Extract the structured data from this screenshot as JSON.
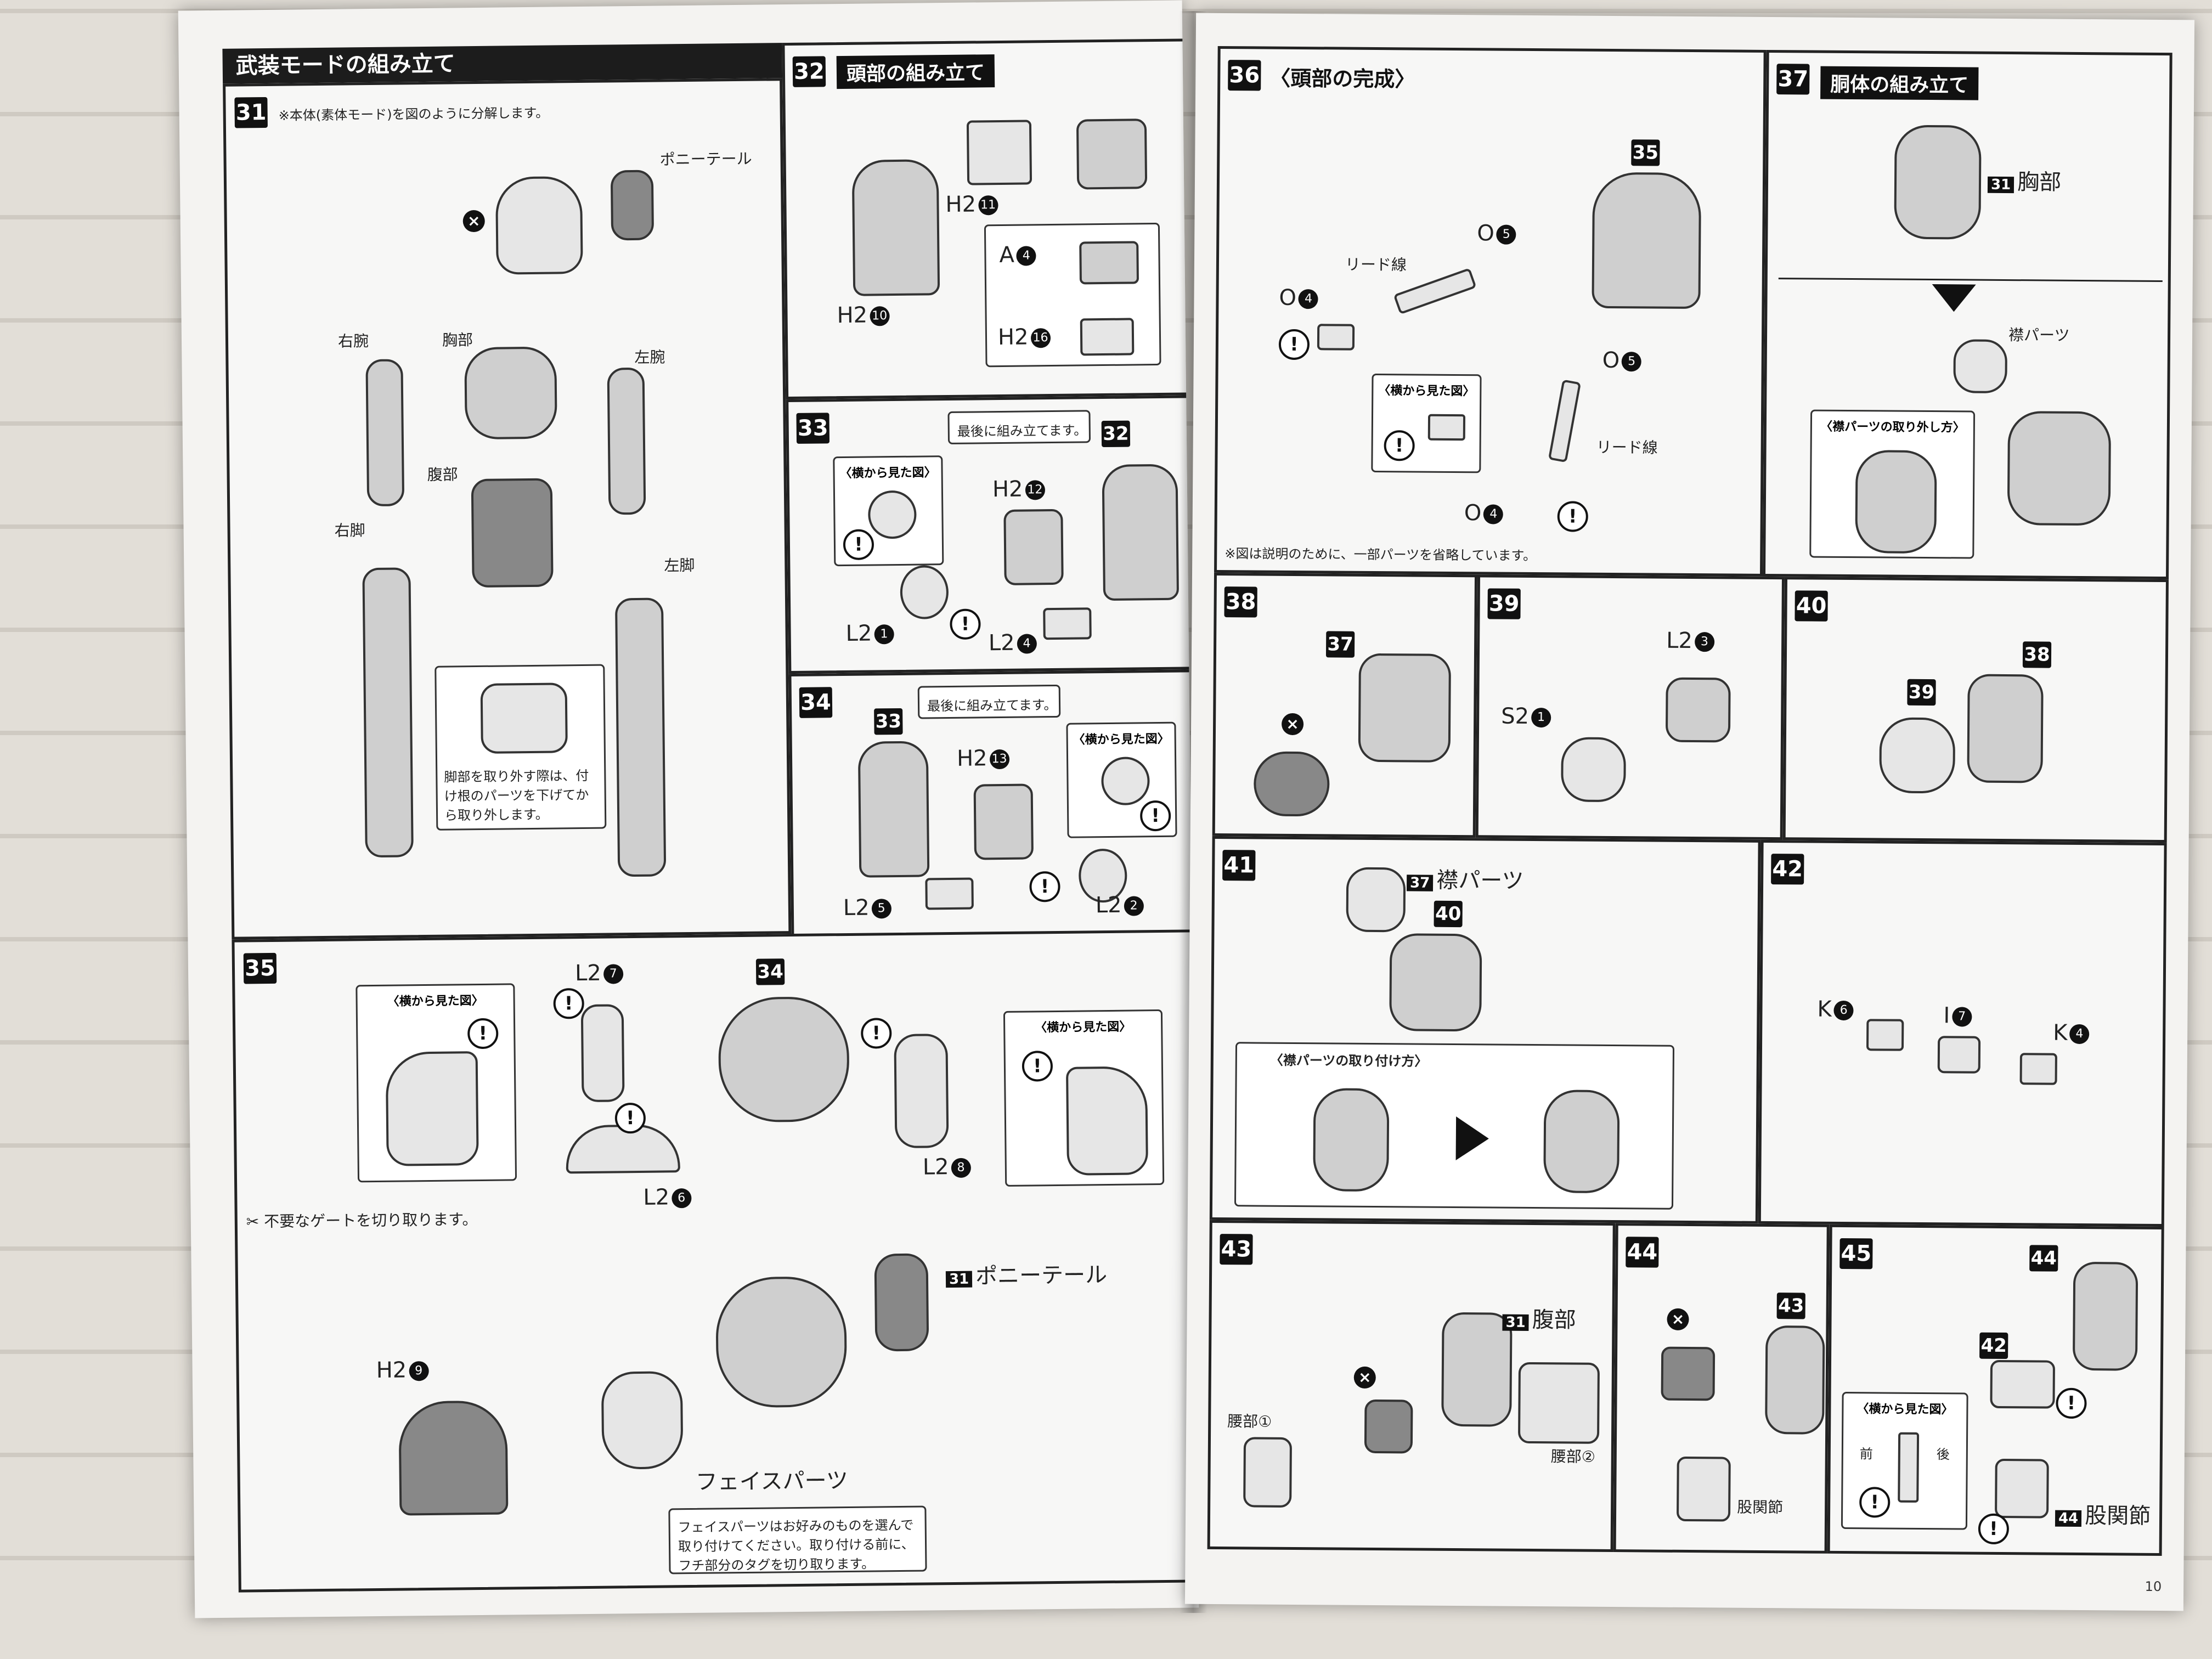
{
  "left_page": {
    "section_title": "武装モードの組み立て",
    "step31": {
      "number": "31",
      "instruction": "※本体(素体モード)を図のように分解します。",
      "labels": {
        "ponytail": "ポニーテール",
        "right_arm": "右腕",
        "chest": "胸部",
        "left_arm": "左腕",
        "abdomen": "腹部",
        "right_leg": "右脚",
        "left_leg": "左脚"
      },
      "note": "脚部を取り外す際は、付け根のパーツを下げてから取り外します。"
    },
    "step32": {
      "number": "32",
      "title": "頭部の組み立て",
      "parts": [
        "H2",
        "11",
        "H2",
        "10",
        "A",
        "4",
        "H2",
        "16"
      ]
    },
    "step33": {
      "number": "33",
      "side_view": "〈横から見た図〉",
      "callout": "最後に組み立てます。",
      "ref": "32",
      "parts": [
        "H2",
        "12",
        "L2",
        "1",
        "L2",
        "4"
      ]
    },
    "step34": {
      "number": "34",
      "side_view": "〈横から見た図〉",
      "callout": "最後に組み立てます。",
      "ref": "33",
      "parts": [
        "H2",
        "13",
        "L2",
        "5",
        "L2",
        "2"
      ]
    },
    "step35": {
      "number": "35",
      "side_view": "〈横から見た図〉",
      "ref": "34",
      "parts": [
        "L2",
        "7",
        "L2",
        "6",
        "L2",
        "8",
        "H2",
        "9"
      ],
      "gate_note": "不要なゲートを切り取ります。",
      "ponytail_ref": "31",
      "ponytail": "ポニーテール",
      "face_parts": "フェイスパーツ",
      "face_note": "フェイスパーツはお好みのものを選んで取り付けてください。取り付ける前に、フチ部分のタグを切り取ります。"
    }
  },
  "right_page": {
    "step36": {
      "number": "36",
      "title": "〈頭部の完成〉",
      "ref": "35",
      "lead_wire": "リード線",
      "parts": [
        "O",
        "5",
        "O",
        "4",
        "O",
        "5",
        "O",
        "4"
      ],
      "side_view": "〈横から見た図〉",
      "footnote": "※図は説明のために、一部パーツを省略しています。"
    },
    "step37": {
      "number": "37",
      "title": "胴体の組み立て",
      "ref": "31",
      "chest": "胸部",
      "collar": "襟パーツ",
      "removal": "〈襟パーツの取り外し方〉"
    },
    "step38": {
      "number": "38",
      "ref": "37"
    },
    "step39": {
      "number": "39",
      "parts": [
        "L2",
        "3",
        "S2",
        "1"
      ]
    },
    "step40": {
      "number": "40",
      "refs": [
        "38",
        "39"
      ]
    },
    "step41": {
      "number": "41",
      "ref": "37",
      "collar": "襟パーツ",
      "ref2": "40",
      "attach": "〈襟パーツの取り付け方〉"
    },
    "step42": {
      "number": "42",
      "parts": [
        "K",
        "6",
        "I",
        "7",
        "K",
        "4"
      ]
    },
    "step43": {
      "number": "43",
      "ref": "31",
      "abdomen": "腹部",
      "waist1": "腰部①",
      "waist2": "腰部②"
    },
    "step44": {
      "number": "44",
      "ref": "43",
      "hip": "股関節"
    },
    "step45": {
      "number": "45",
      "refs": [
        "44",
        "42"
      ],
      "side_view": "〈横から見た図〉",
      "front": "前",
      "back": "後",
      "hip_ref": "44",
      "hip": "股関節"
    },
    "page_number": "10"
  }
}
